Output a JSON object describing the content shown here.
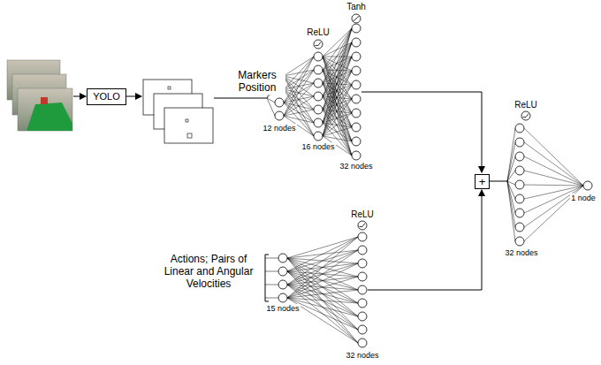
{
  "diagram": {
    "nodes": [
      {
        "text": [
          "YOLO"
        ]
      },
      {
        "text": [
          "+"
        ]
      }
    ],
    "labels": [
      "Markers Position",
      "ReLU",
      "Tanh",
      "12 nodes",
      "16 nodes",
      "32 nodes",
      "ReLU",
      "32 nodes",
      "1 node",
      "ReLU",
      "Actions; Pairs of Linear and Angular Velocities",
      "15 nodes",
      "32 nodes"
    ]
  }
}
